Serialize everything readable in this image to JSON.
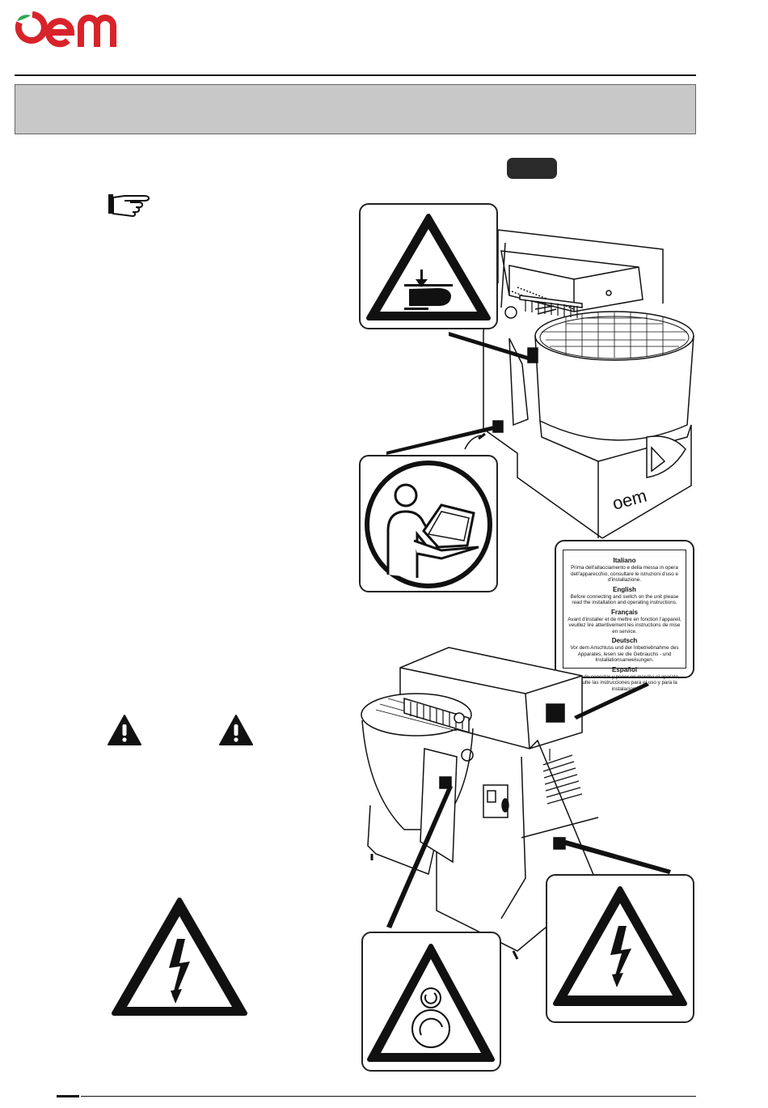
{
  "brand": {
    "logo_text": "oem",
    "red": "#d8232a",
    "green": "#2fa84f"
  },
  "header": {
    "title_bar_color": "#c8c8c8"
  },
  "icons": {
    "pointing_hand": "pointing-hand-icon",
    "warning_left": "exclamation-warning-icon",
    "warning_right": "exclamation-warning-icon",
    "electric_hazard": "electric-hazard-icon",
    "crush_hazard": "hand-crush-hazard-icon",
    "read_manual": "read-manual-icon",
    "rotation_hazard": "rotation-hazard-icon"
  },
  "instruction_label": {
    "italiano_heading": "Italiano",
    "italiano_text": "Prima dell'allacciamento e della messa in opera dell'apparecchio, consultare le istruzioni d'uso e d'installazione.",
    "english_heading": "English",
    "english_text": "Before connecting and switch on the unit please read the installation and operating instructions.",
    "francais_heading": "Français",
    "francais_text": "Avant d'installer et de mettre en fonction l'appareil, veuillez lire attentivement les instructions de mise en service.",
    "deutsch_heading": "Deutsch",
    "deutsch_text": "Vor dem Anschluss und der Inbetriebnahme des Apparates, lesen sie die Gebrauchs - und Installationsanweisungen.",
    "espanol_heading": "Español",
    "espanol_text": "Antes de conectar y poner en marcha el aparato, consulte las instrucciones para el uso y para la instalacion."
  },
  "machine": {
    "body_logo": "oem"
  }
}
